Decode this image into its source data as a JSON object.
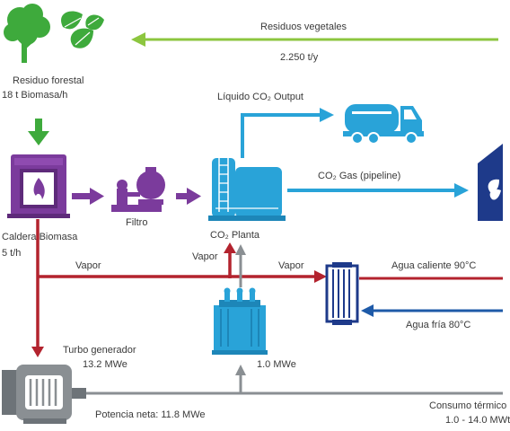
{
  "labels": {
    "residuos_vegetales": "Residuos vegetales",
    "residuos_vegetales_rate": "2.250 t/y",
    "residuo_forestal_title": "Residuo forestal",
    "residuo_forestal_rate": "18 t Biomasa/h",
    "liquido_output": "Líquido CO₂ Output",
    "co2_gas": "CO₂ Gas (pipeline)",
    "caldera": "Caldera Biomasa",
    "caldera_rate": "5 t/h",
    "filtro": "Filtro",
    "co2_planta": "CO₂ Planta",
    "vapor_left": "Vapor",
    "vapor_mid": "Vapor",
    "vapor_right": "Vapor",
    "agua_caliente": "Agua caliente 90°C",
    "agua_fria": "Agua fría 80°C",
    "turbo_title": "Turbo generador",
    "turbo_power": "13.2 MWe",
    "transformer_power": "1.0 MWe",
    "potencia_neta": "Potencia neta: 11.8 MWe",
    "consumo_title": "Consumo térmico",
    "consumo_range": "1.0 - 14.0 MWt"
  },
  "icons": {
    "trees": "trees-icon",
    "leaves": "leaves-icon",
    "boiler": "biomass-boiler-icon",
    "filter": "filter-icon",
    "co2_plant": "co2-plant-icon",
    "truck": "tanker-truck-icon",
    "greenhouse": "greenhouse-icon",
    "heat_exchanger": "heat-exchanger-icon",
    "transformer": "transformer-icon",
    "generator": "generator-icon"
  },
  "colors": {
    "green": "#3eaa3c",
    "light_green": "#8cc63f",
    "purple": "#7b3b9c",
    "blue": "#29a3d8",
    "dark_blue": "#1e3a8a",
    "red": "#b3232e",
    "gray": "#8a8f93"
  }
}
